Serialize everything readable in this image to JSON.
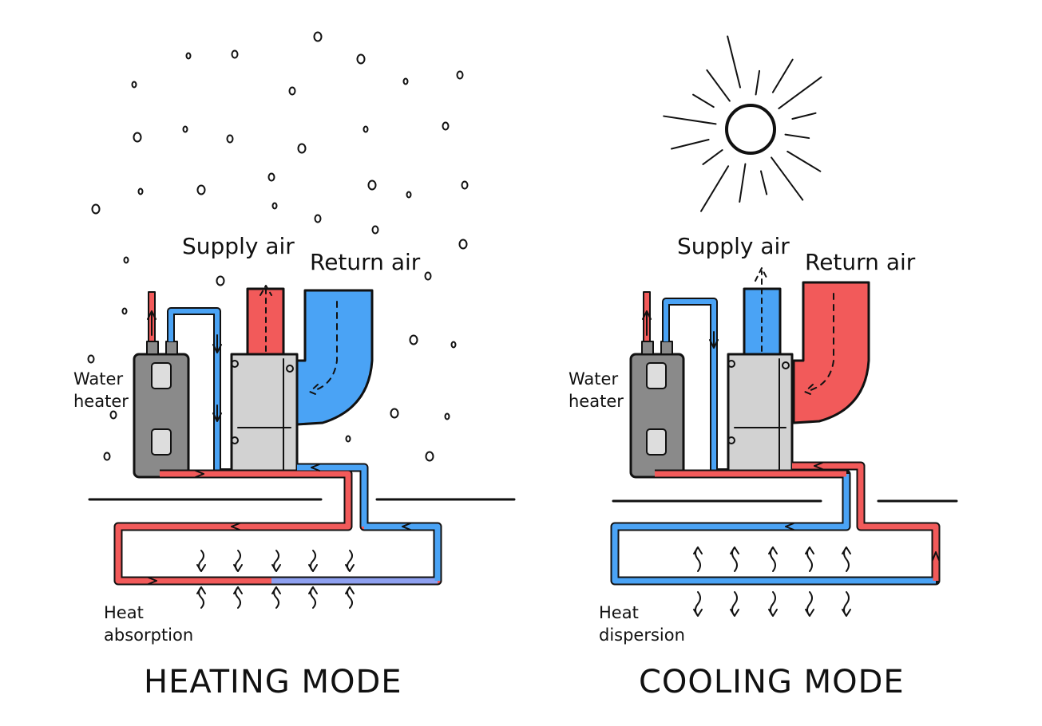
{
  "heating": {
    "title": "HEATING MODE",
    "supply_label": "Supply air",
    "return_label": "Return air",
    "heater_label_line1": "Water",
    "heater_label_line2": "heater",
    "loop_label_line1": "Heat",
    "loop_label_line2": "absorption"
  },
  "cooling": {
    "title": "COOLING MODE",
    "supply_label": "Supply air",
    "return_label": "Return air",
    "heater_label_line1": "Water",
    "heater_label_line2": "heater",
    "loop_label_line1": "Heat",
    "loop_label_line2": "dispersion"
  },
  "colors": {
    "hot": "#f25a5a",
    "cold": "#4aa3f5",
    "tank": "#8a8a8a",
    "unit": "#d2d2d2",
    "ink": "#111111"
  },
  "icons": {
    "heating_sky": "snowflake-icons",
    "cooling_sky": "sun-icon"
  }
}
